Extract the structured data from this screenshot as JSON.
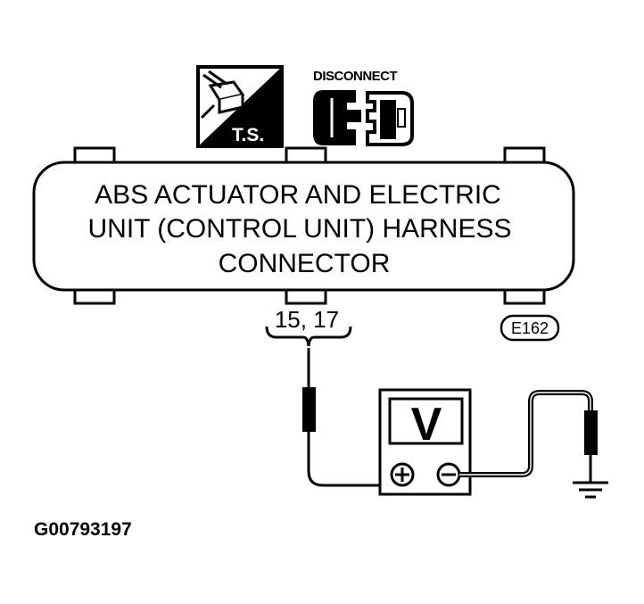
{
  "icons": {
    "test_symbol": {
      "label": "T.S.",
      "icon": "test-probe-icon"
    },
    "disconnect_symbol": {
      "label": "DISCONNECT",
      "icon": "disconnect-connector-icon"
    }
  },
  "connector": {
    "title_lines": [
      "ABS ACTUATOR AND ELECTRIC",
      "UNIT (CONTROL UNIT) HARNESS",
      "CONNECTOR"
    ],
    "pins": "15, 17",
    "code": "E162"
  },
  "meter": {
    "display": "V",
    "plus_terminal": "plus-terminal-icon",
    "minus_terminal": "minus-terminal-icon"
  },
  "ground": {
    "icon": "ground-icon"
  },
  "figure_id": "G00793197",
  "colors": {
    "ink": "#000000",
    "paper": "#ffffff"
  }
}
